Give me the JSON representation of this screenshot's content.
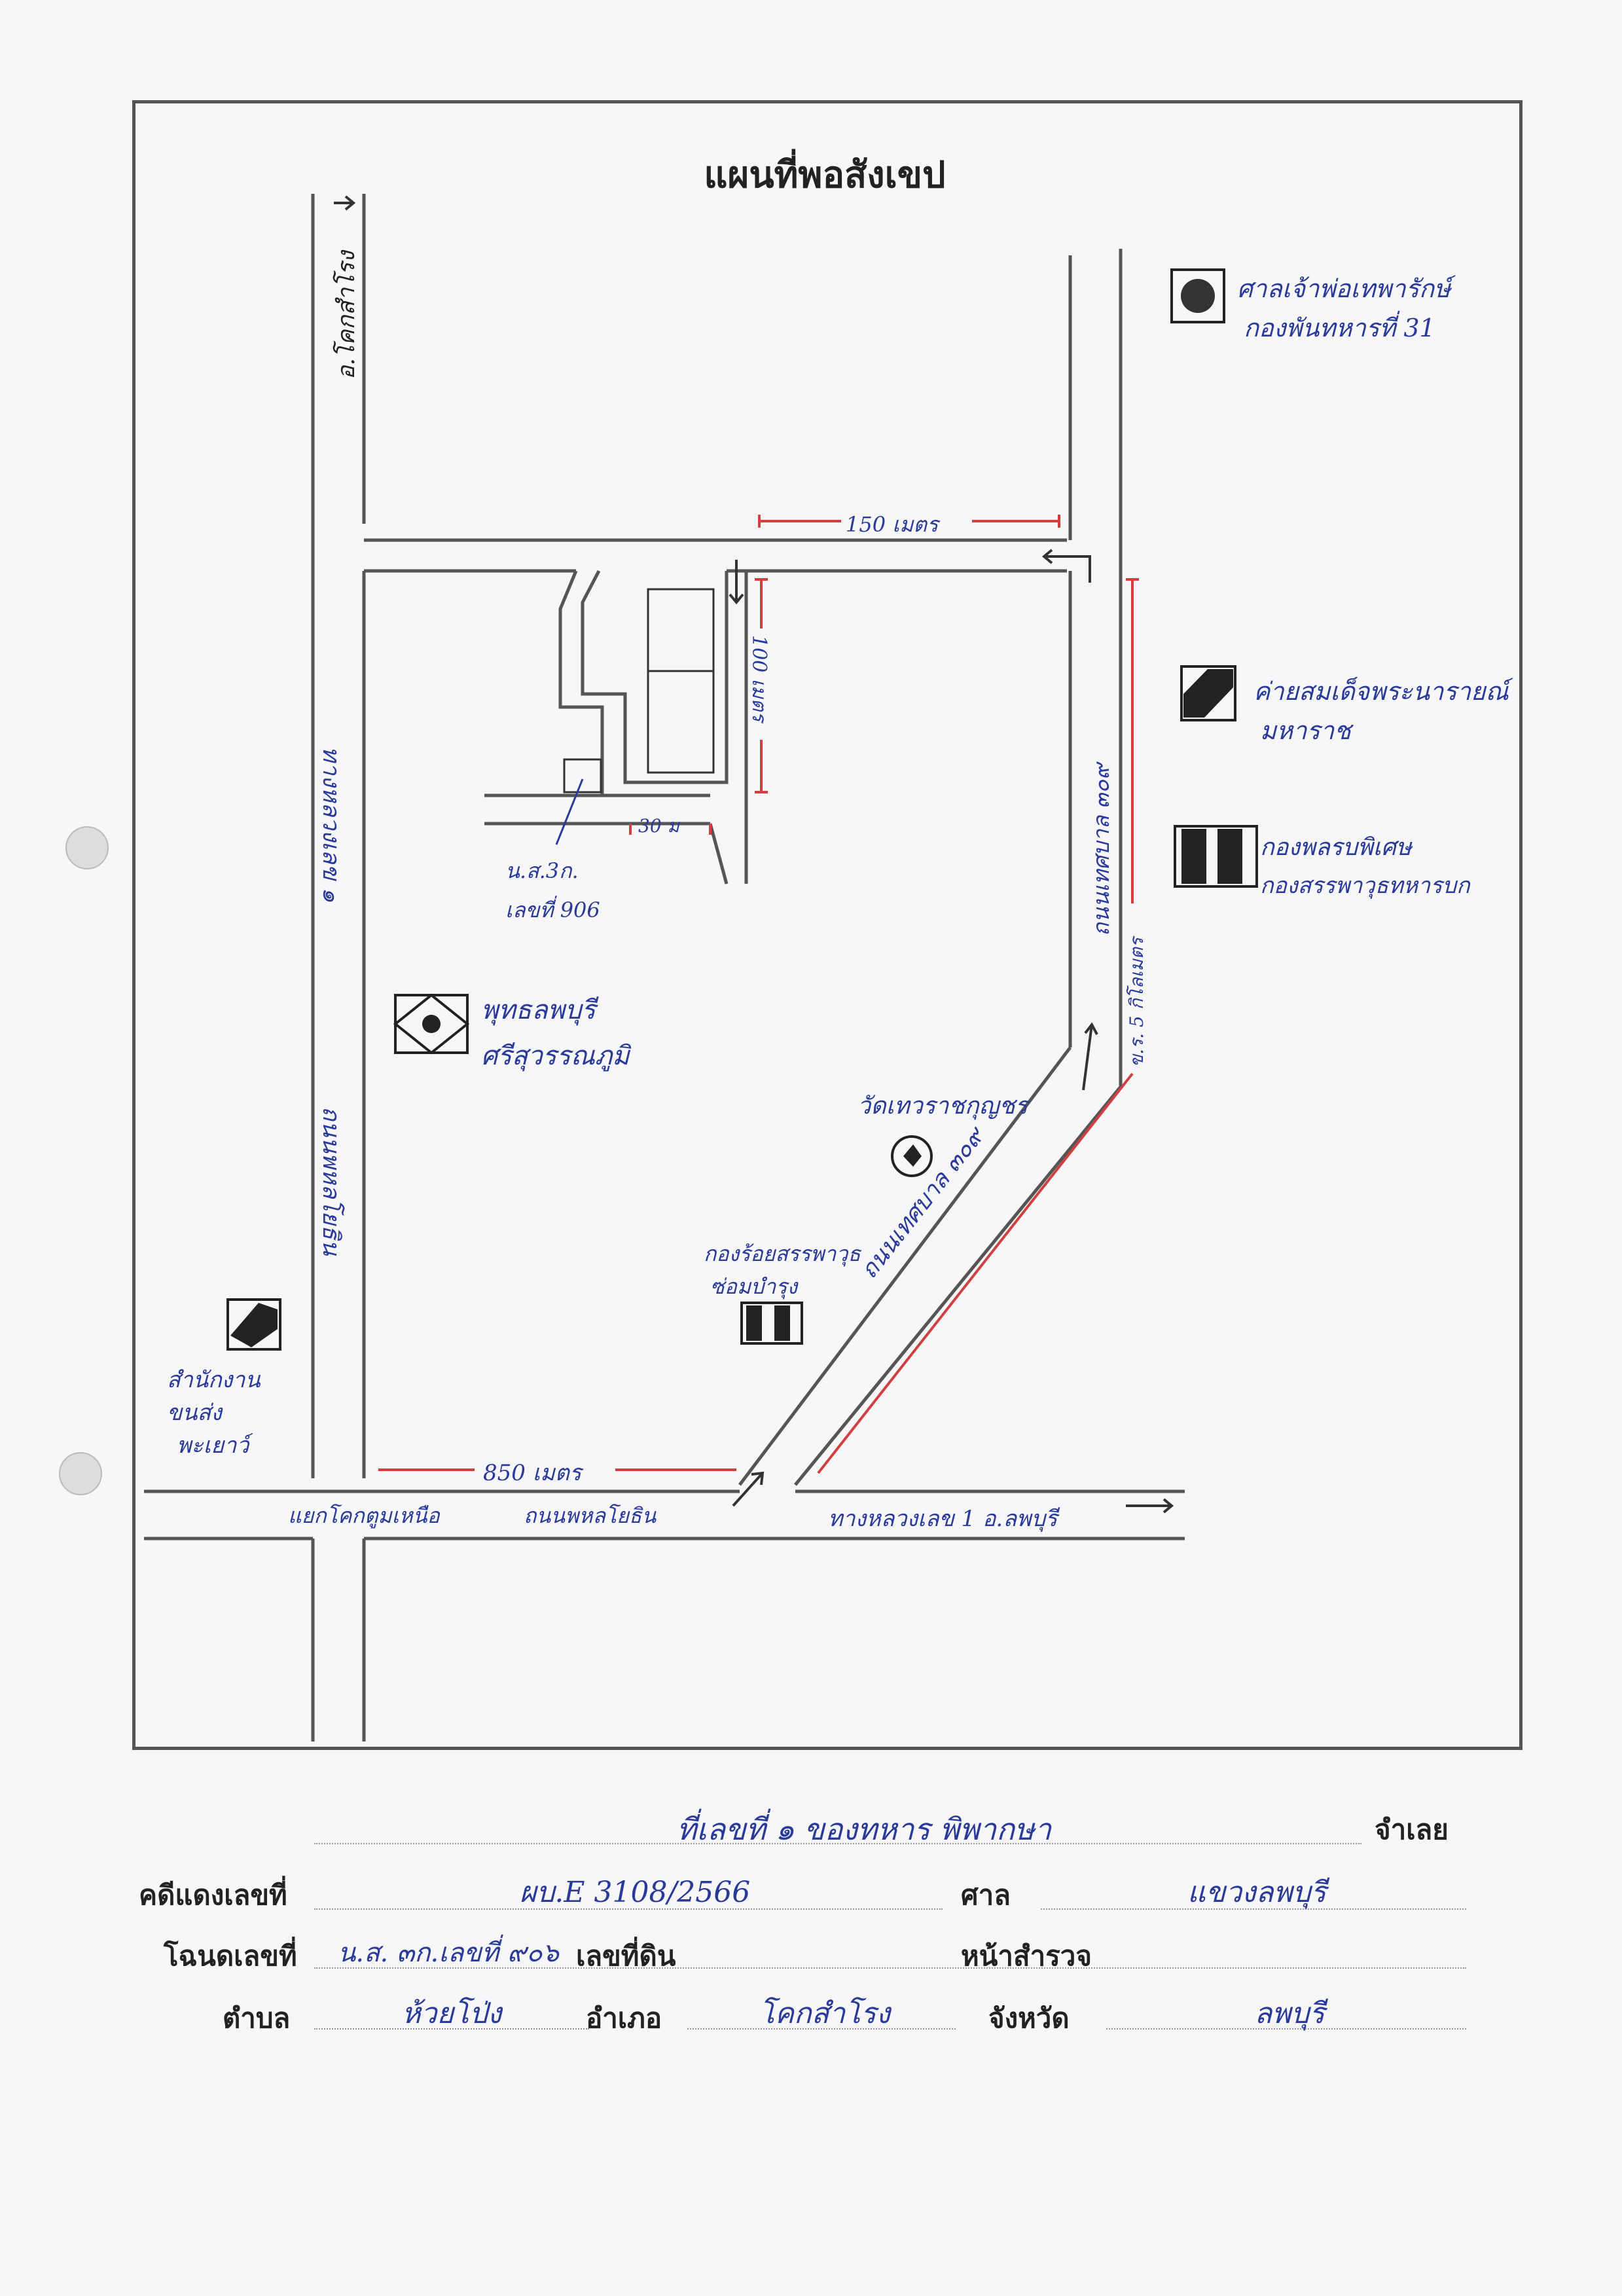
{
  "title": "แผนที่พอสังเขป",
  "map_labels": {
    "road_top_left": "อ.โคกสำโรง",
    "road_left_upper": "ทางหลวงเลข ๑",
    "road_left_lower": "ถนนพหลโยธิน",
    "road_right_vertical": "ถนนเทศบาล ๓๐๙",
    "road_diagonal": "ถนนเทศบาล ๓๐๙",
    "distance_top": "150 เมตร",
    "distance_100": "100 เมตร",
    "distance_30": "30 ม",
    "distance_850": "850 เมตร",
    "distance_right": "ข.ร. 5 กิโลเมตร",
    "landmark_top_right_1": "ศาลเจ้าพ่อเทพารักษ์",
    "landmark_top_right_2": "กองพันทหารที่ 31",
    "landmark_right_1a": "ค่ายสมเด็จพระนารายณ์",
    "landmark_right_1b": "มหาราช",
    "landmark_right_2a": "กองพลรบพิเศษ",
    "landmark_right_2b": "กองสรรพาวุธทหารบก",
    "land_parcel_a": "น.ส.3ก.",
    "land_parcel_b": "เลขที่ 906",
    "hospital_a": "พุทธลพบุรี",
    "hospital_b": "ศรีสุวรรณภูมิ",
    "temple": "วัดเทวราชกุญชร",
    "company_a": "กองร้อยสรรพาวุธ",
    "company_b": "ซ่อมบำรุง",
    "office_a": "สำนักงาน",
    "office_b": "ขนส่ง",
    "office_c": "พะเยาว์",
    "bottom_junction": "แยกโคกตูมเหนือ",
    "bottom_road_left": "ถนนพหลโยธิน",
    "bottom_road_right": "ทางหลวงเลข 1 อ.ลพบุรี"
  },
  "form": {
    "top_value": "ที่เลขที่ ๑   ของทหาร   พิพากษา",
    "defendant_label": "จำเลย",
    "case_label": "คดีแดงเลขที่",
    "case_value": "ผบ.E 3108/2566",
    "court_label": "ศาล",
    "court_value": "แขวงลพบุรี",
    "deed_label": "โฉนดเลขที่",
    "deed_value": "น.ส. ๓ก.เลขที่ ๙๐๖",
    "land_no_label": "เลขที่ดิน",
    "survey_label": "หน้าสำรวจ",
    "subdistrict_label": "ตำบล",
    "subdistrict_value": "ห้วยโป่ง",
    "district_label": "อำเภอ",
    "district_value": "โคกสำโรง",
    "province_label": "จังหวัด",
    "province_value": "ลพบุรี"
  },
  "colors": {
    "ink_blue": "#2a3a9a",
    "ink_red": "#d04040",
    "road_line": "#555555"
  }
}
